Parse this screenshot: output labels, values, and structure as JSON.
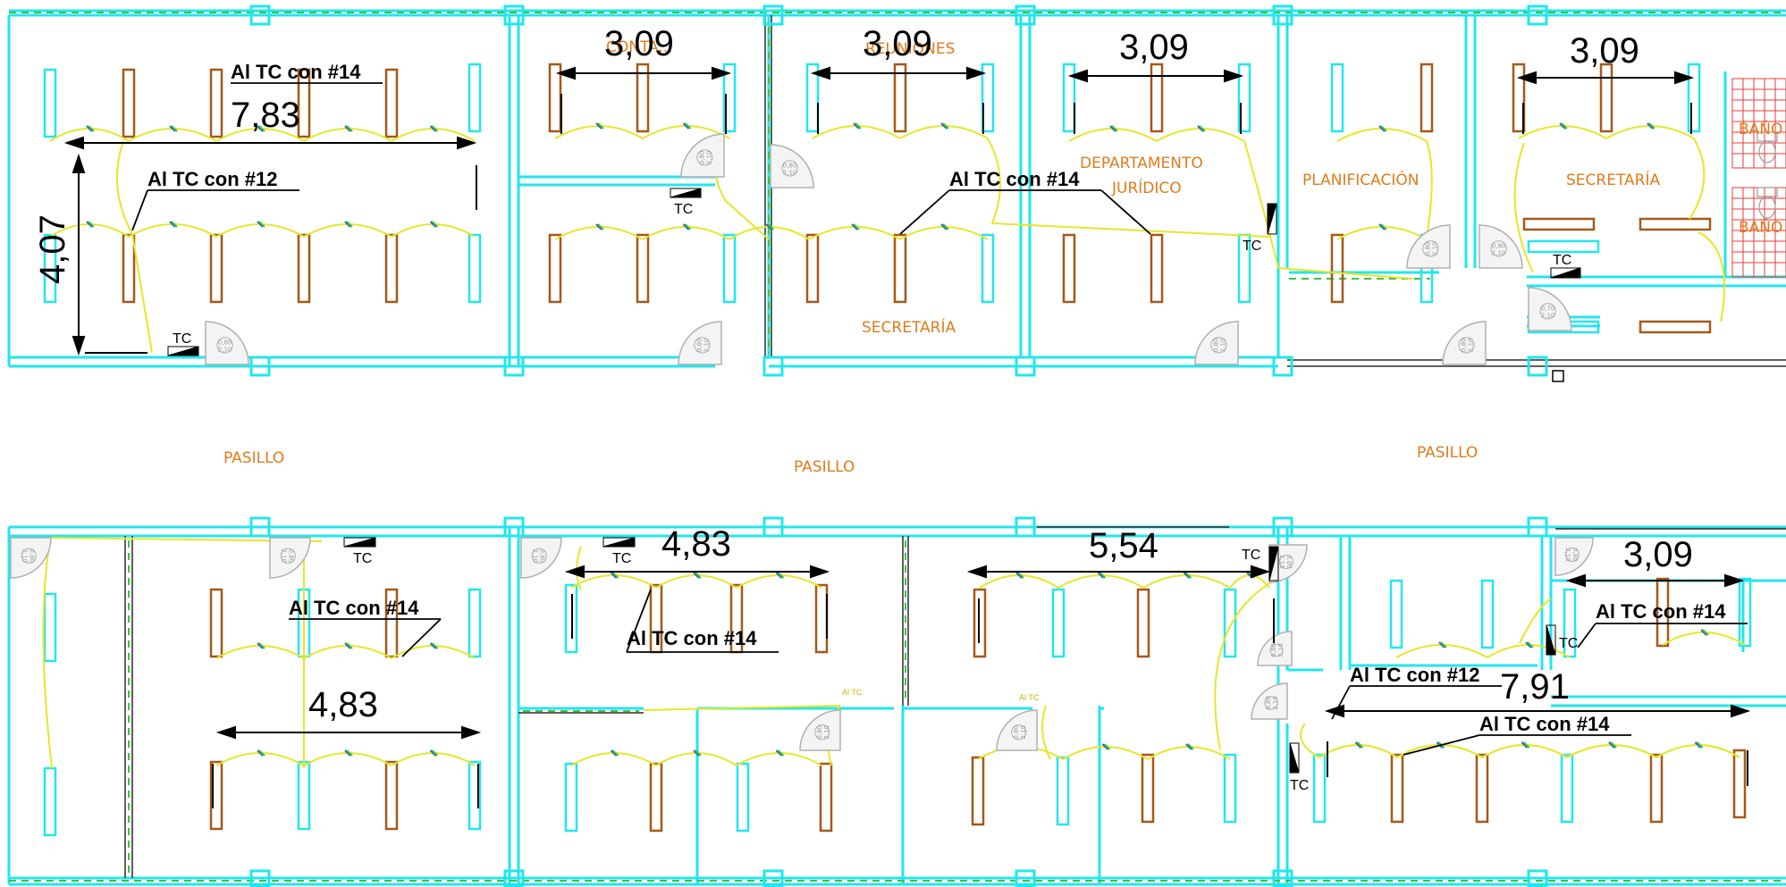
{
  "colors": {
    "wall": "#22e6ee",
    "outline": "#2a2a2a",
    "desk_brown": "#a5581a",
    "desk_cyan": "#22e6ee",
    "circuit": "#e6e62a",
    "label": "#e07b1a",
    "bath_tile": "#e83a3a",
    "door_gray": "#b0b0b0",
    "tick_green": "#3ac43a",
    "tick_blue": "#2a5bd6",
    "outlet_magenta": "#d01fd0"
  },
  "rooms": {
    "top": [
      {
        "label_1": "CONTA...",
        "label_2": ""
      },
      {
        "label_1": "REUNIONES",
        "label_2": ""
      },
      {
        "label_1": "DEPARTAMENTO",
        "label_2": "JURÍDICO"
      },
      {
        "label_1": "PLANIFICACIÓN",
        "label_2": ""
      },
      {
        "label_1": "SECRETARÍA",
        "label_2": ""
      },
      {
        "label_1": "SECRETARÍA",
        "label_2": ""
      },
      {
        "label_1": "BAÑO",
        "label_2": ""
      },
      {
        "label_1": "BAÑO",
        "label_2": ""
      }
    ],
    "corridor": [
      "PASILLO",
      "PASILLO",
      "PASILLO"
    ]
  },
  "dimensions": [
    "7,83",
    "4,07",
    "3,09",
    "3,09",
    "3,09",
    "3,09",
    "4,83",
    "4,83",
    "5,54",
    "3,09",
    "7,91"
  ],
  "notes": [
    "Al TC con #14",
    "Al TC con #12",
    "Al TC con #14",
    "Al TC con #14",
    "Al TC con #14",
    "Al TC con #12",
    "Al TC con #14",
    "Al TC con #14"
  ],
  "outlet_label": "TC",
  "small_outlet_label": "Al TC",
  "door_tag": {
    "line1": "0,80",
    "line2": "2,10"
  },
  "door_tag_bath": {
    "line1": "0,70",
    "line2": "2,10"
  }
}
